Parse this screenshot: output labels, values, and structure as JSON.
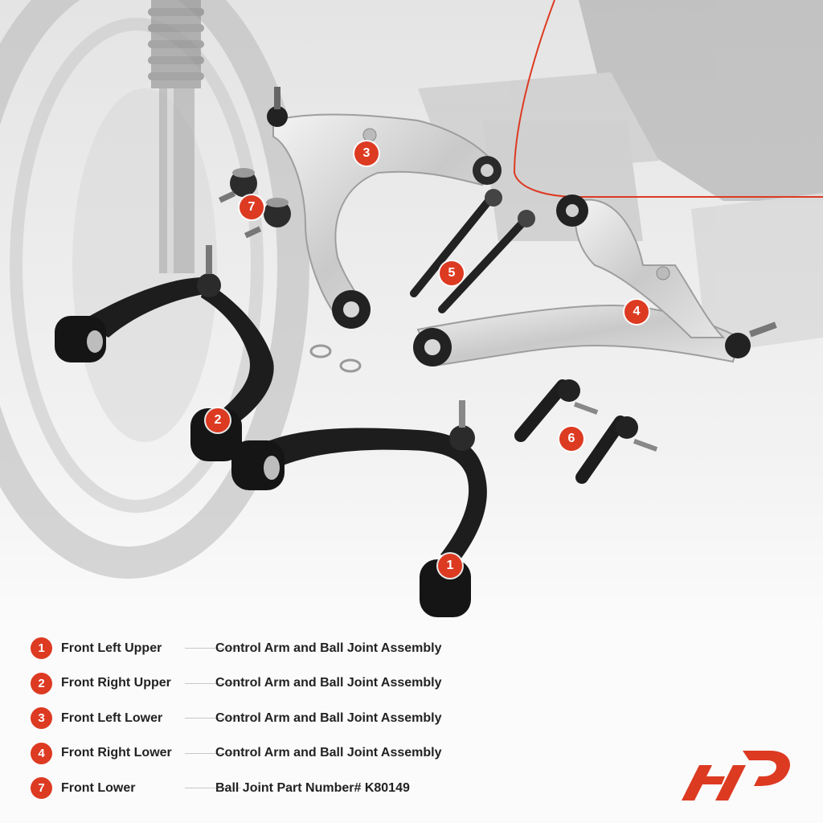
{
  "callouts": [
    {
      "id": "1",
      "label": "1"
    },
    {
      "id": "2",
      "label": "2"
    },
    {
      "id": "3",
      "label": "3"
    },
    {
      "id": "4",
      "label": "4"
    },
    {
      "id": "5",
      "label": "5"
    },
    {
      "id": "6",
      "label": "6"
    },
    {
      "id": "7",
      "label": "7"
    }
  ],
  "legend": [
    {
      "num": "1",
      "position": "Front Left Upper",
      "description": "Control Arm and Ball Joint Assembly"
    },
    {
      "num": "2",
      "position": "Front Right Upper",
      "description": "Control Arm and Ball Joint Assembly"
    },
    {
      "num": "3",
      "position": "Front Left Lower",
      "description": "Control Arm and Ball Joint Assembly"
    },
    {
      "num": "4",
      "position": "Front Right Lower",
      "description": "Control Arm and Ball Joint Assembly"
    },
    {
      "num": "7",
      "position": "Front Lower",
      "description": "Ball Joint Part Number# K80149"
    }
  ],
  "colors": {
    "accent": "#dd3a22",
    "text": "#222222",
    "background": "#fbfbfb"
  },
  "logo": {
    "icon": "a-premium-logo-icon"
  }
}
